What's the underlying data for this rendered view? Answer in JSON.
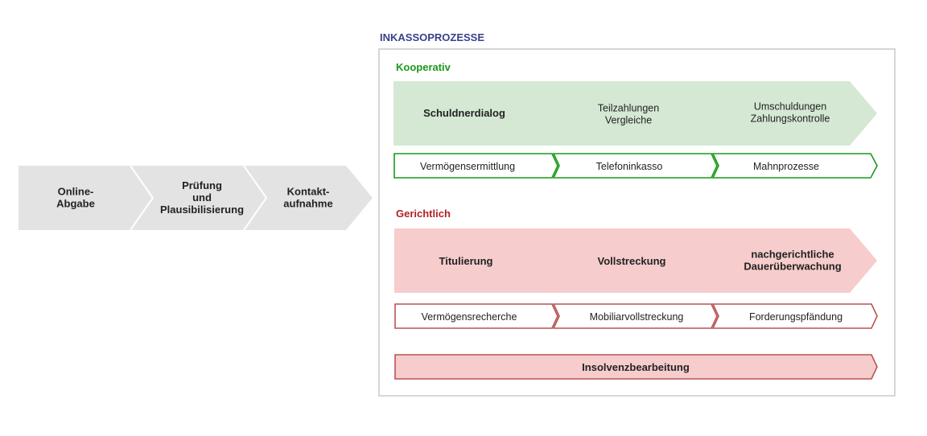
{
  "pre_process": {
    "steps": [
      {
        "lines": [
          "Online-",
          "Abgabe"
        ]
      },
      {
        "lines": [
          "Prüfung",
          "und",
          "Plausibilisierung"
        ]
      },
      {
        "lines": [
          "Kontakt-",
          "aufnahme"
        ]
      }
    ]
  },
  "inkasso": {
    "title": "INKASSOPROZESSE",
    "kooperativ": {
      "label": "Kooperativ",
      "main": [
        {
          "lines": [
            "Schuldnerdialog"
          ],
          "bold": true
        },
        {
          "lines": [
            "Teilzahlungen",
            "Vergleiche"
          ],
          "bold": false
        },
        {
          "lines": [
            "Umschuldungen",
            "Zahlungskontrolle"
          ],
          "bold": false
        }
      ],
      "sub": [
        "Vermögensermittlung",
        "Telefoninkasso",
        "Mahnprozesse"
      ]
    },
    "gerichtlich": {
      "label": "Gerichtlich",
      "main": [
        {
          "lines": [
            "Titulierung"
          ],
          "bold": true
        },
        {
          "lines": [
            "Vollstreckung"
          ],
          "bold": true
        },
        {
          "lines": [
            "nachgerichtliche",
            "Dauerüberwachung"
          ],
          "bold": true
        }
      ],
      "sub": [
        "Vermögensrecherche",
        "Mobiliarvollstreckung",
        "Forderungspfändung"
      ],
      "insolvenz": "Insolvenzbearbeitung"
    }
  },
  "colors": {
    "title_blue": "#3b3f8c",
    "green": "#1a9a1a",
    "green_fill": "#d4e8d4",
    "red": "#b22222",
    "red_fill": "#f6cccc",
    "red_stroke": "#b85454",
    "grey_fill": "#e3e3e3",
    "frame": "#d6d6d6"
  }
}
